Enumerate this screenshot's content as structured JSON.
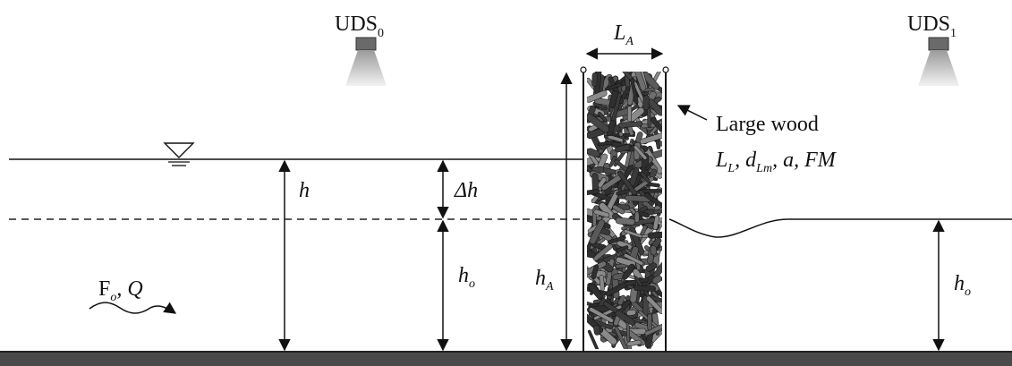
{
  "sensors": {
    "upstream": {
      "base": "UDS",
      "sub": "0"
    },
    "downstream": {
      "base": "UDS",
      "sub": "1"
    }
  },
  "accumulation": {
    "length_base": "L",
    "length_sub": "A",
    "height_base": "h",
    "height_sub": "A"
  },
  "large_wood": {
    "title": "Large wood",
    "p1_base": "L",
    "p1_sub": "L",
    "p2_base": "d",
    "p2_sub": "Lm",
    "p3": "a",
    "p4": "FM",
    "sep": ","
  },
  "flow": {
    "froude_base": "F",
    "froude_sub": "o",
    "sep": ",",
    "discharge": "Q"
  },
  "upstream_depth": {
    "base": "h"
  },
  "backwater_rise": {
    "base": "Δh"
  },
  "normal_depth_upstream": {
    "base": "h",
    "sub": "o"
  },
  "normal_depth_downstream": {
    "base": "h",
    "sub": "o"
  }
}
